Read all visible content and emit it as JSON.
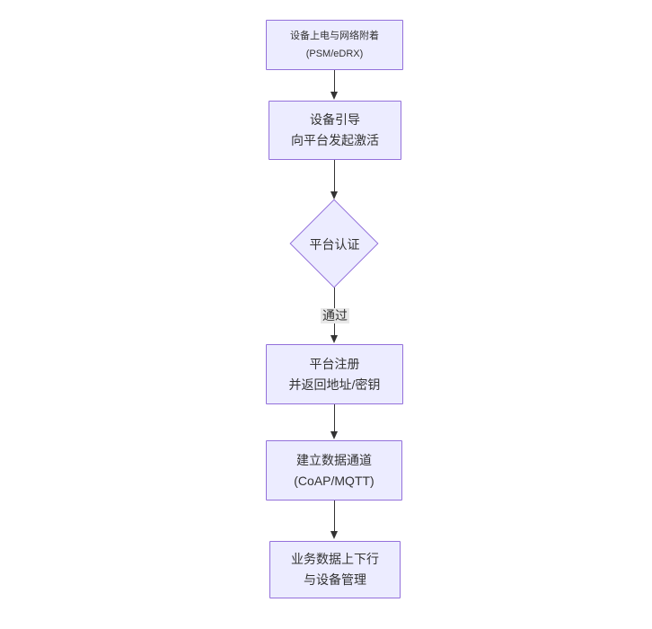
{
  "diagram": {
    "type": "flowchart",
    "direction": "top-down",
    "colors": {
      "canvas_bg": "#ffffff",
      "node_fill": "#ECECFF",
      "node_border": "#9370DB",
      "edge": "#333333",
      "edge_label_bg": "#e8e8e8",
      "text": "#333333"
    },
    "nodes": [
      {
        "id": "power-attach",
        "shape": "rect",
        "lines": [
          "设备上电与网络附着",
          "(PSM/eDRX)"
        ]
      },
      {
        "id": "bootstrap",
        "shape": "rect",
        "lines": [
          "设备引导",
          "向平台发起激活"
        ]
      },
      {
        "id": "platform-auth",
        "shape": "diamond",
        "lines": [
          "平台认证"
        ]
      },
      {
        "id": "platform-register",
        "shape": "rect",
        "lines": [
          "平台注册",
          "并返回地址/密钥"
        ]
      },
      {
        "id": "data-channel",
        "shape": "rect",
        "lines": [
          "建立数据通道",
          "(CoAP/MQTT)"
        ]
      },
      {
        "id": "business-data",
        "shape": "rect",
        "lines": [
          "业务数据上下行",
          "与设备管理"
        ]
      }
    ],
    "edges": [
      {
        "from": "power-attach",
        "to": "bootstrap",
        "label": ""
      },
      {
        "from": "bootstrap",
        "to": "platform-auth",
        "label": ""
      },
      {
        "from": "platform-auth",
        "to": "platform-register",
        "label": "通过"
      },
      {
        "from": "platform-register",
        "to": "data-channel",
        "label": ""
      },
      {
        "from": "data-channel",
        "to": "business-data",
        "label": ""
      }
    ]
  }
}
